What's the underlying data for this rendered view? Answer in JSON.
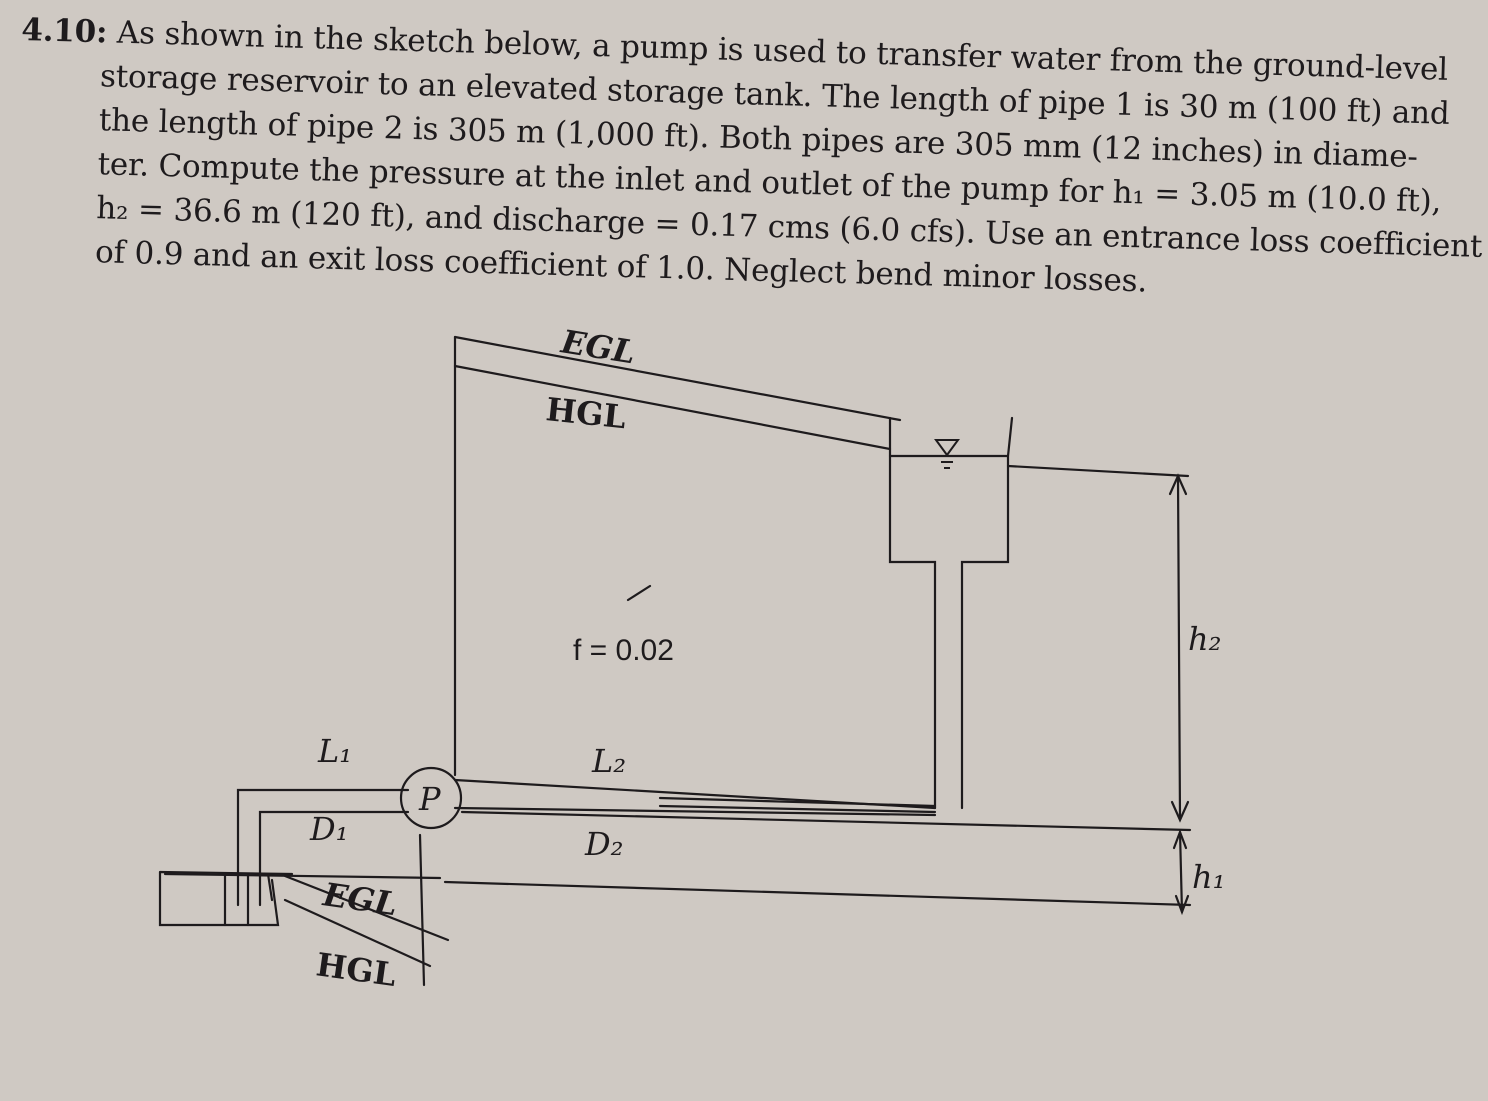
{
  "problem": {
    "number": "4.10:",
    "lines": [
      "As shown in the sketch below, a pump is used to transfer water from the ground-level",
      "storage reservoir to an elevated storage tank. The length of pipe 1 is 30 m (100 ft) and",
      "the length of pipe 2 is 305 m (1,000 ft). Both pipes are 305 mm (12 inches) in diame-",
      "ter. Compute the pressure at the inlet and outlet of the pump for h₁ = 3.05 m (10.0 ft),",
      "h₂ = 36.6 m (120 ft), and discharge = 0.17 cms (6.0 cfs). Use an entrance loss coefficient",
      "of 0.9 and an exit loss coefficient of 1.0. Neglect bend minor losses."
    ]
  },
  "diagram": {
    "labels": {
      "egl_top": "EGL",
      "hgl_top": "HGL",
      "friction": "f = 0.02",
      "l1": "L₁",
      "d1": "D₁",
      "pump": "P",
      "l2": "L₂",
      "d2": "D₂",
      "egl_bottom": "EGL",
      "hgl_bottom": "HGL",
      "h2": "h₂",
      "h1": "h₁"
    },
    "colors": {
      "ink": "#1e1b1d",
      "paper": "#cfc9c3"
    }
  }
}
